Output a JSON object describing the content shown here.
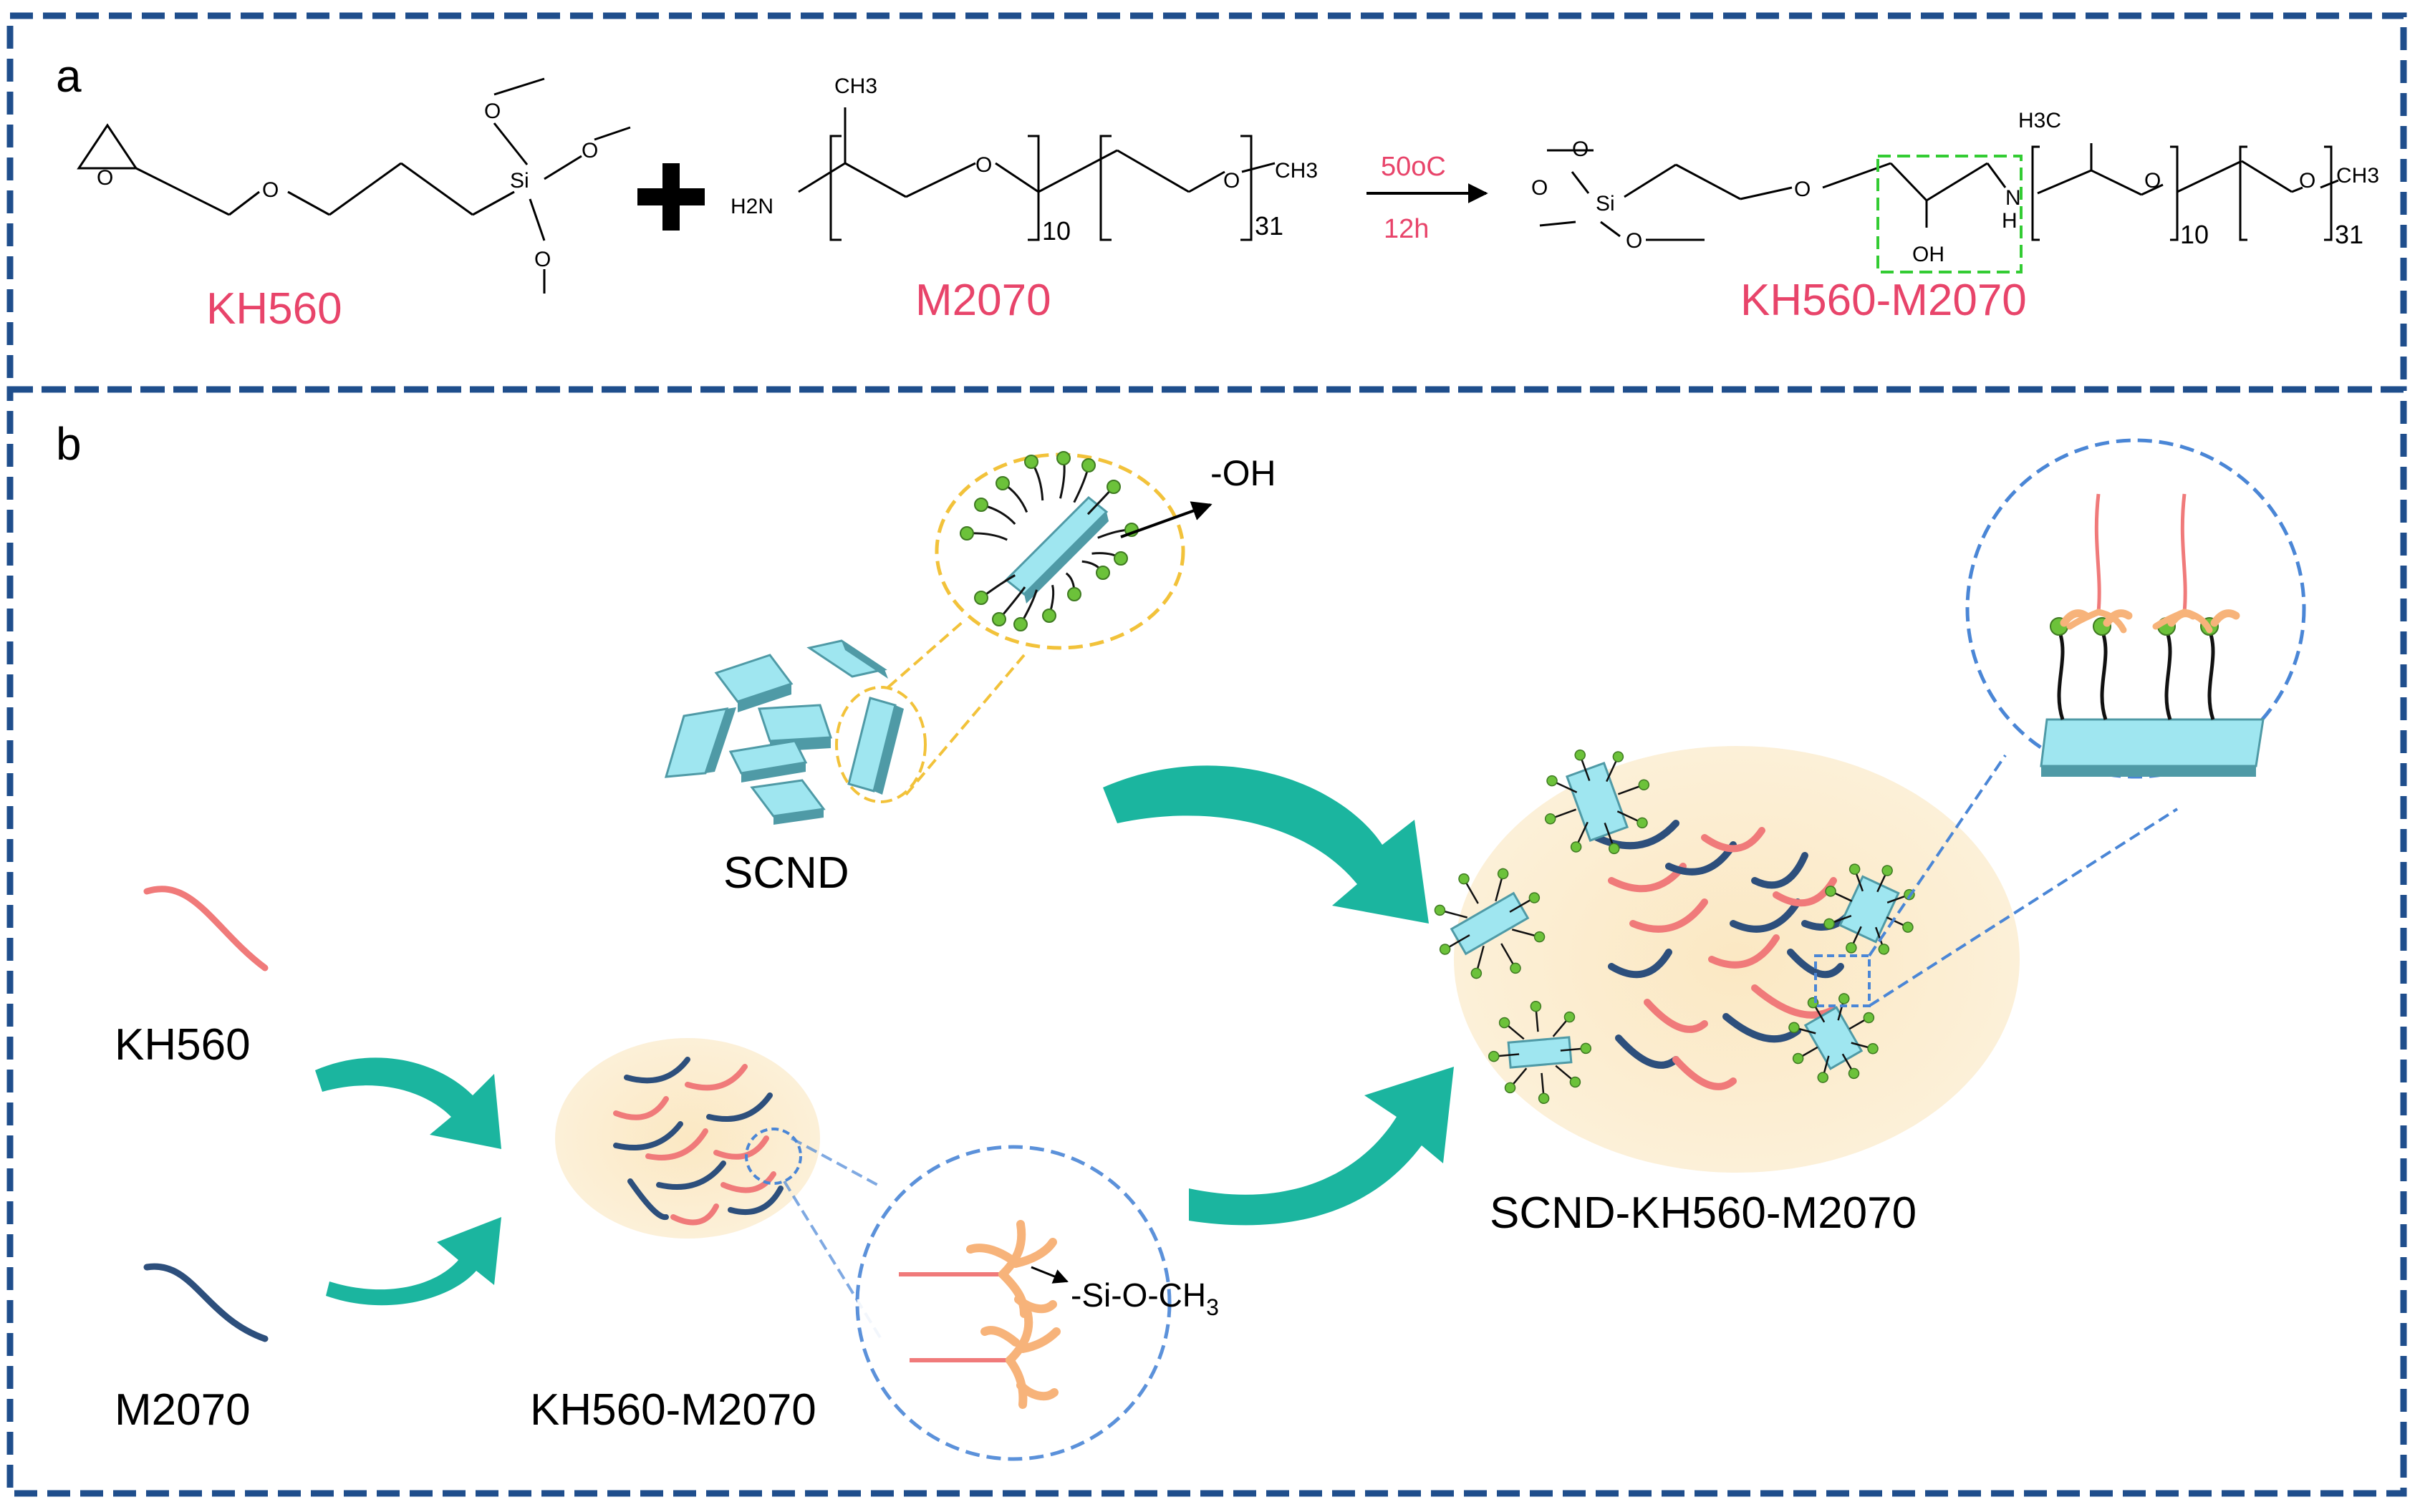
{
  "panel_a": {
    "label": "a",
    "reagent1": {
      "name": "KH560",
      "atoms": {
        "epoxy_o": "O",
        "ether_o": "O",
        "si": "Si",
        "o1": "O",
        "o2": "O",
        "o3": "O"
      }
    },
    "plus": "+",
    "reagent2": {
      "name": "M2070",
      "atoms": {
        "ch3_top": "CH3",
        "h2n": "H2N",
        "o1": "O",
        "o2": "O",
        "ch3_end": "CH3"
      },
      "sub1": "10",
      "sub2": "31"
    },
    "conditions": {
      "temperature": "50oC",
      "time": "12h"
    },
    "product": {
      "name": "KH560-M2070",
      "atoms": {
        "o1": "O",
        "o2": "O",
        "si": "Si",
        "o3": "O",
        "ether_o": "O",
        "oh": "OH",
        "n": "N",
        "h": "H",
        "h3c": "H3C",
        "o4": "O",
        "o5": "O",
        "ch3_end": "CH3"
      },
      "sub1": "10",
      "sub2": "31"
    },
    "highlight_color": "#33cc33"
  },
  "panel_b": {
    "label": "b",
    "labels": {
      "oh": "-OH",
      "scnd": "SCND",
      "kh560": "KH560",
      "m2070": "M2070",
      "kh560_m2070": "KH560-M2070",
      "si_o_ch3": "-Si-O-CH3",
      "product": "SCND-KH560-M2070"
    }
  },
  "colors": {
    "frame": "#1f4e8c",
    "label_pink": "#e8446a",
    "arrow_teal": "#1bb59f",
    "kh560_chain": "#f07a7a",
    "m2070_chain": "#2d4f7c",
    "sheet": "#9fe6f0",
    "sheet_edge": "#4f9aa6",
    "bead": "#6cc23a",
    "silane": "#f7b37a",
    "halo": "#fbeccd",
    "zoom_blue": "#4a86d6",
    "zoom_gold": "#f2c23a"
  }
}
